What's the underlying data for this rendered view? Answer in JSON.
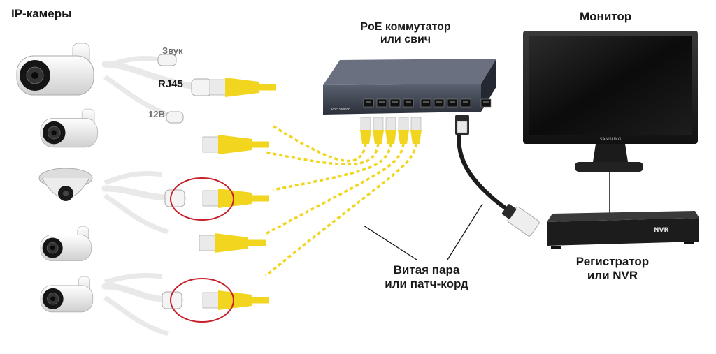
{
  "labels": {
    "cameras_title": "IP-камеры",
    "switch_line1": "PoE коммутатор",
    "switch_line2": "или свич",
    "monitor": "Монитор",
    "recorder_line1": "Регистратор",
    "recorder_line2": "или NVR",
    "cable_line1": "Витая пара",
    "cable_line2": "или патч-корд",
    "sound": "Звук",
    "rj45": "RJ45",
    "power": "12В"
  },
  "device_text": {
    "switch_brand": "PoE Switch",
    "monitor_brand": "SAMSUNG",
    "nvr_brand": "NVR"
  },
  "colors": {
    "cable_yellow": "#f2d51f",
    "cable_black": "#1c1c1c",
    "highlight_ring": "#c8202a",
    "device_dark": "#2a2f3a",
    "camera_white": "#f1f1f1"
  }
}
